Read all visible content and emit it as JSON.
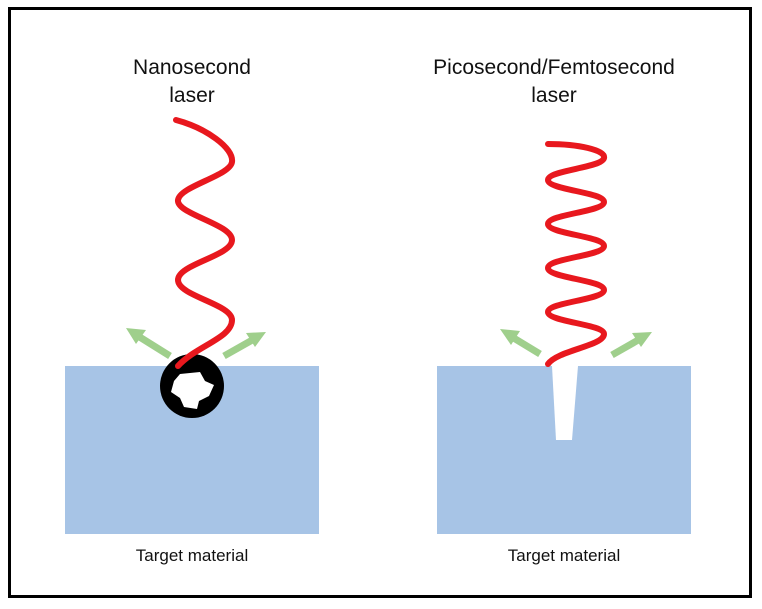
{
  "panels": [
    {
      "title": "Nanosecond\nlaser",
      "caption": "Target material"
    },
    {
      "title": "Picosecond/Femtosecond\nlaser",
      "caption": "Target material"
    }
  ],
  "colors": {
    "border": "#000000",
    "laser_beam": "#e8181e",
    "target_material": "#a7c4e6",
    "ejecta_arrow": "#9fcf8c",
    "melt_zone": "#000000",
    "cavity": "#ffffff"
  }
}
